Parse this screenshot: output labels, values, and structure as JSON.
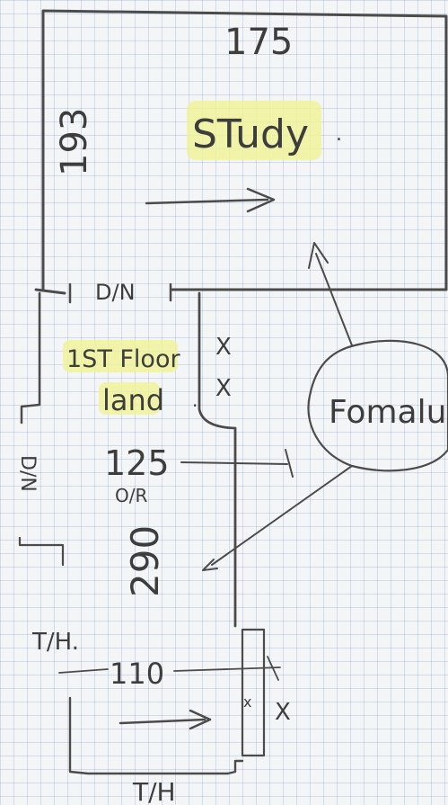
{
  "plan": {
    "top_dimension": "175",
    "left_dimension": "193",
    "room_label": "STudy",
    "door_label": "D/N",
    "landing_label_line1": "1ST Floor",
    "landing_label_line2": "land",
    "wall_marks": [
      "X",
      "X"
    ],
    "width_dimension": "125",
    "or_note": "O/R",
    "length_dimension": "290",
    "callout_label": "Fomalux",
    "left_door_label": "D/N",
    "th_top": "T/H.",
    "stair_dimension": "110",
    "stair_mark": "X",
    "th_bottom": "T/H",
    "highlight_color": "#eef29a",
    "grid_color": "#b7c6e0",
    "pencil_color": "#4b4b4b"
  }
}
